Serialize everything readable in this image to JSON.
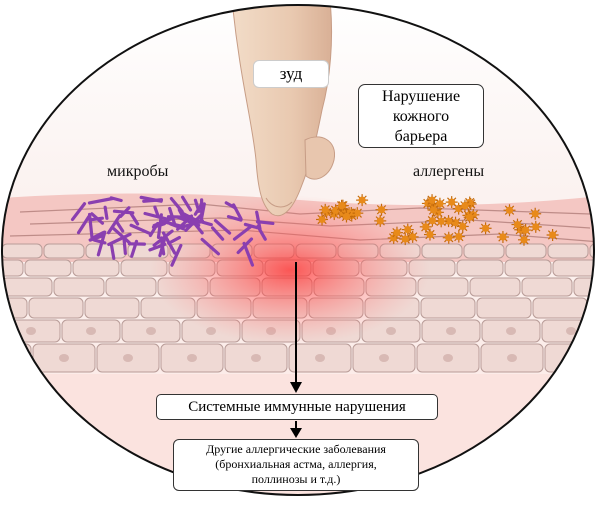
{
  "labels": {
    "itch": "зуд",
    "barrier_line1": "Нарушение",
    "barrier_line2": "кожного",
    "barrier_line3": "барьера",
    "microbes": "микробы",
    "allergens": "аллергены",
    "systemic": "Системные иммунные нарушения",
    "other_line1": "Другие аллергические заболевания",
    "other_line2": "(бронхиальная астма, аллергия,",
    "other_line3": "поллинозы и т.д.)"
  },
  "colors": {
    "skin_surface": "#f4c7c3",
    "cell_fill": "#efd9d4",
    "cell_stroke": "#b89c98",
    "inflammation": "#ff3b3b",
    "microbe": "#8a3fb0",
    "allergen": "#e88a1a",
    "finger": "#eccfb8",
    "arrow": "#000000"
  }
}
